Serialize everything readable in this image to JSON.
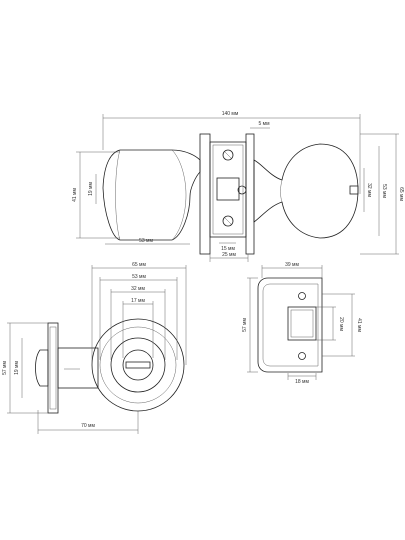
{
  "views": {
    "top": {
      "dims": {
        "overall_length": "140 мм",
        "latch_offset": "5 мм",
        "knob_small": "19 мм",
        "knob_diameter": "41 мм",
        "knob_depth": "53 мм",
        "spindle": "15 мм",
        "rose_depth": "25 мм",
        "right_32": "32 мм",
        "right_53": "53 мм",
        "right_65": "65 мм"
      }
    },
    "bottom_left": {
      "dims": {
        "outer_65": "65 мм",
        "d_53": "53 мм",
        "d_32": "32 мм",
        "d_17": "17 мм",
        "plate_height": "57 мм",
        "plate_width": "19 мм",
        "backset": "70 мм"
      }
    },
    "strike": {
      "dims": {
        "width": "39 мм",
        "height": "57 мм",
        "window_20": "20 мм",
        "window_41": "41 мм",
        "bottom_18": "18 мм"
      }
    }
  }
}
